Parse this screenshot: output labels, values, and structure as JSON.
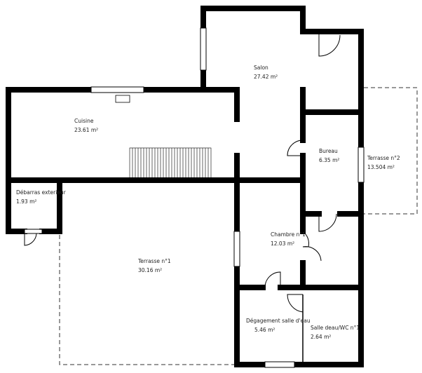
{
  "rooms": [
    {
      "name": "Salon",
      "area": "27.42 m²"
    },
    {
      "name": "Cuisine",
      "area": "23.61 m²"
    },
    {
      "name": "Bureau",
      "area": "6.35 m²"
    },
    {
      "name": "Terrasse n°2",
      "area": "13.504 m²"
    },
    {
      "name": "Débarras exterieur",
      "area": "1.93 m²"
    },
    {
      "name": "Terrasse n°1",
      "area": "30.16 m²"
    },
    {
      "name": "Chambre n°1",
      "area": "12.03 m²"
    },
    {
      "name": "Dégagement salle d'eau",
      "area": "5.46 m²"
    },
    {
      "name": "Salle deau/WC n°1",
      "area": "2.64 m²"
    }
  ],
  "colors": {
    "wall": "#000000",
    "background": "#ffffff",
    "terrace_outline": "#333333"
  }
}
